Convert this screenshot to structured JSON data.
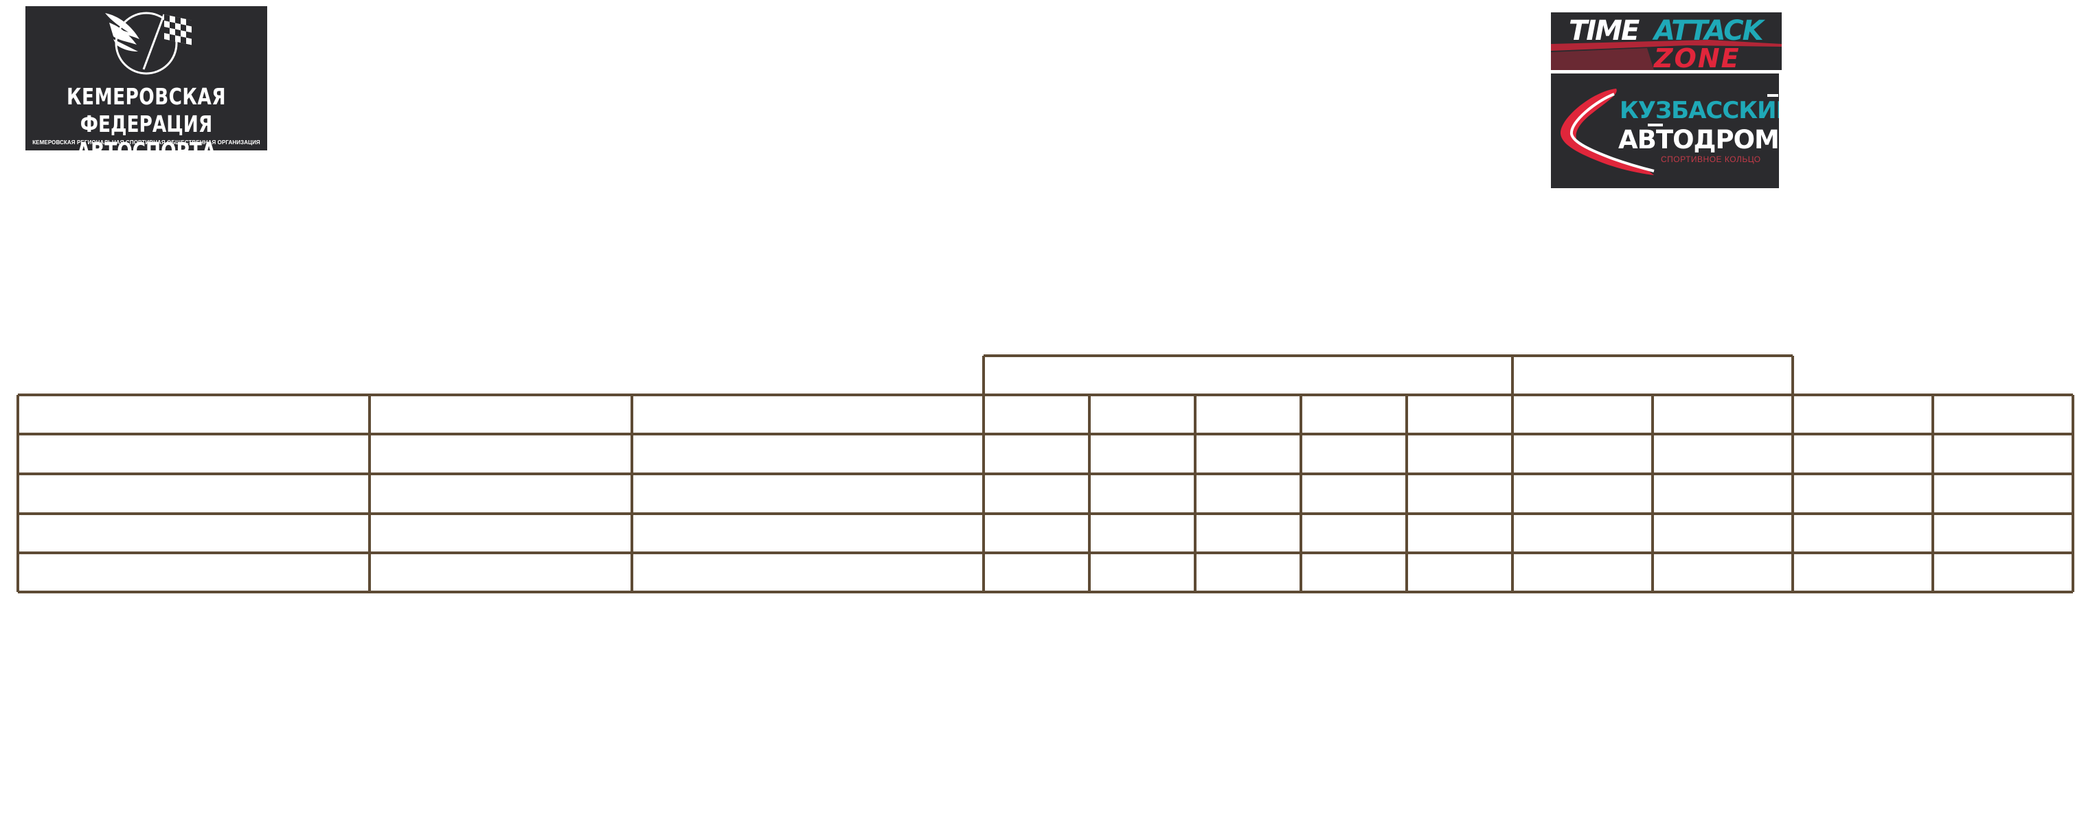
{
  "logos": {
    "kfa": {
      "line1": "КЕМЕРОВСКАЯ",
      "line2": "ФЕДЕРАЦИЯ АВТОСПОРТА",
      "line3": "КЕМЕРОВСКАЯ РЕГИОНАЛЬНАЯ СПОРТИВНАЯ ОБЩЕСТВЕННАЯ ОРГАНИЗАЦИЯ",
      "icon": "winged-checkered-flag-icon",
      "background": "#2b2b2e"
    },
    "time_attack": {
      "word1": "TIME",
      "word2": "ATTACK",
      "word3": "ZONE",
      "white": "#ffffff",
      "teal": "#1fa9b8",
      "red": "#e0263b"
    },
    "kuzbass": {
      "line1": "КУЗБАССКИЙ",
      "line2": "АВТОДРОМ",
      "line3": "СПОРТИВНОЕ КОЛЬЦО",
      "icon": "race-track-icon",
      "teal": "#1fa9b8",
      "red": "#e0263b"
    }
  },
  "table": {
    "border_color": "#5e4b35",
    "group_headers": [
      "",
      ""
    ],
    "columns": [
      "",
      "",
      "",
      "",
      "",
      "",
      "",
      "",
      "",
      "",
      "",
      "",
      ""
    ],
    "rows": [
      [
        "",
        "",
        "",
        "",
        "",
        "",
        "",
        "",
        "",
        "",
        "",
        "",
        ""
      ],
      [
        "",
        "",
        "",
        "",
        "",
        "",
        "",
        "",
        "",
        "",
        "",
        "",
        ""
      ],
      [
        "",
        "",
        "",
        "",
        "",
        "",
        "",
        "",
        "",
        "",
        "",
        "",
        ""
      ],
      [
        "",
        "",
        "",
        "",
        "",
        "",
        "",
        "",
        "",
        "",
        "",
        "",
        ""
      ]
    ]
  }
}
